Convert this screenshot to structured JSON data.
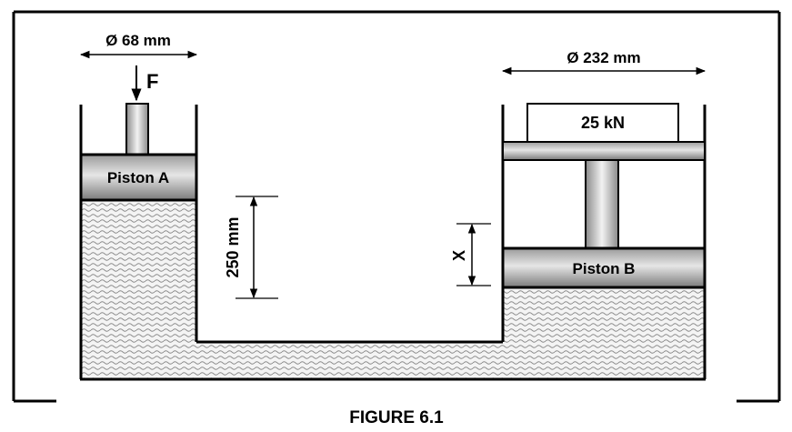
{
  "figure": {
    "caption": "FIGURE 6.1",
    "piston_a": {
      "label": "Piston A",
      "diameter_label": "Ø 68 mm",
      "force_label": "F"
    },
    "piston_b": {
      "label": "Piston B",
      "diameter_label": "Ø 232 mm",
      "load_label": "25 kN"
    },
    "height_label": "250 mm",
    "displacement_label": "X"
  }
}
